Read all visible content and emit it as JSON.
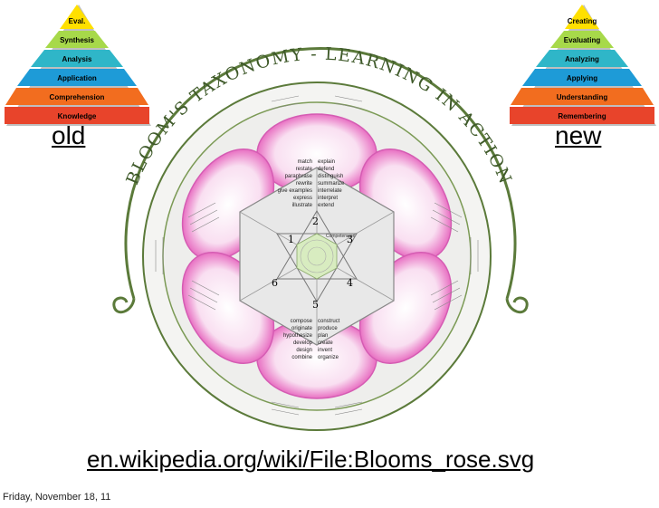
{
  "old_pyramid": {
    "caption": "old",
    "levels": [
      "Eval.",
      "Synthesis",
      "Analysis",
      "Application",
      "Comprehension",
      "Knowledge"
    ],
    "colors": [
      "#ffe000",
      "#a7d94a",
      "#2fb6c8",
      "#1e9bd7",
      "#f26d1f",
      "#e8442b"
    ]
  },
  "new_pyramid": {
    "caption": "new",
    "levels": [
      "Creating",
      "Evaluating",
      "Analyzing",
      "Applying",
      "Understanding",
      "Remembering"
    ],
    "colors": [
      "#ffe000",
      "#a7d94a",
      "#2fb6c8",
      "#1e9bd7",
      "#f26d1f",
      "#e8442b"
    ]
  },
  "wheel": {
    "arc_title": "BLOOM'S TAXONOMY - LEARNING IN ACTION",
    "center_label": "Competencies",
    "numbers": [
      "1",
      "2",
      "3",
      "4",
      "5",
      "6"
    ],
    "inner_words": {
      "top_left": [
        "match",
        "restate",
        "paraphrase",
        "rewrite",
        "give examples",
        "express",
        "illustrate"
      ],
      "top_right": [
        "explain",
        "defend",
        "distinguish",
        "summarize",
        "interrelate",
        "interpret",
        "extend"
      ],
      "bottom_left": [
        "compose",
        "originate",
        "hypothesize",
        "develop",
        "design",
        "combine"
      ],
      "bottom_right": [
        "construct",
        "produce",
        "plan",
        "create",
        "invent",
        "organize"
      ]
    },
    "colors": {
      "rim": "#5b7a3a",
      "petal": "#e86fc2",
      "petal_light": "#f7d3ec",
      "hub": "#d9d9d9"
    }
  },
  "source_link": "en.wikipedia.org/wiki/File:Blooms_rose.svg",
  "footer": "Friday, November 18, 11"
}
